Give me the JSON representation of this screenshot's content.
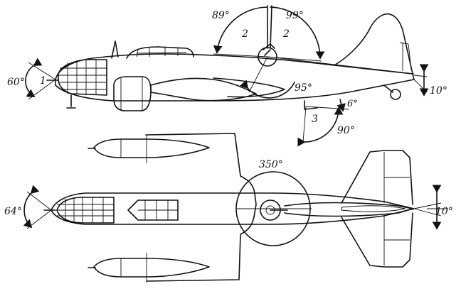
{
  "labels": {
    "side_nose_angle": "60°",
    "side_nose_zone": "1",
    "top_turret_left_angle": "89°",
    "top_turret_right_angle": "99°",
    "top_turret_left_zone": "2",
    "top_turret_right_zone": "2",
    "top_turret_down_angle": "95°",
    "tail_angle": "10°",
    "ventral_angle": "6°",
    "ventral_zone": "3",
    "ventral_arc_angle": "90°",
    "plan_nose_angle": "64°",
    "plan_turret_angle": "350°",
    "plan_tail_angle": "10°"
  },
  "colors": {
    "ink": "#111111",
    "paper": "#ffffff"
  }
}
